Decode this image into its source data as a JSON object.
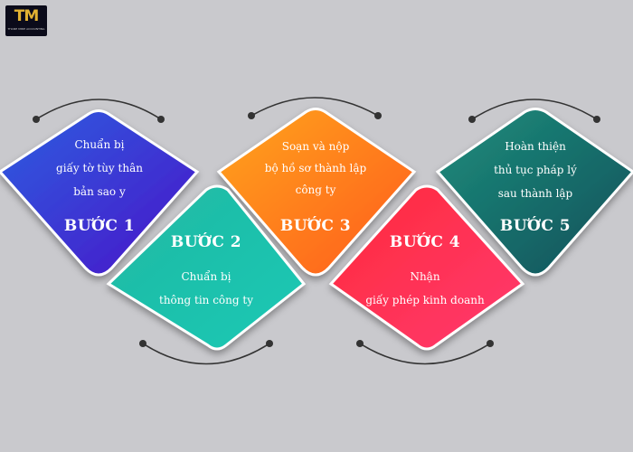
{
  "logo": {
    "mark": "TM",
    "tagline": "THANH MINH ACCOUNTING"
  },
  "steps": [
    {
      "title": "BƯỚC 1",
      "lines": [
        "Chuẩn bị",
        "giấy tờ tùy thân",
        "bản sao y"
      ],
      "colors": [
        "#2c5fe0",
        "#4a12c8"
      ]
    },
    {
      "title": "BƯỚC 2",
      "lines": [
        "Chuẩn bị",
        "thông tin công ty"
      ],
      "colors": [
        "#23b8a2",
        "#18c9b5"
      ]
    },
    {
      "title": "BƯỚC 3",
      "lines": [
        "Soạn và nộp",
        "bộ hồ sơ thành lập",
        "công ty"
      ],
      "colors": [
        "#ffa51c",
        "#ff5a1d"
      ]
    },
    {
      "title": "BƯỚC 4",
      "lines": [
        "Nhận",
        "giấy phép kinh doanh"
      ],
      "colors": [
        "#ff2a3a",
        "#ff3a70"
      ]
    },
    {
      "title": "BƯỚC 5",
      "lines": [
        "Hoàn thiện",
        "thủ tục pháp lý",
        "sau thành lập"
      ],
      "colors": [
        "#1f8e7c",
        "#0d4f5a"
      ]
    }
  ]
}
